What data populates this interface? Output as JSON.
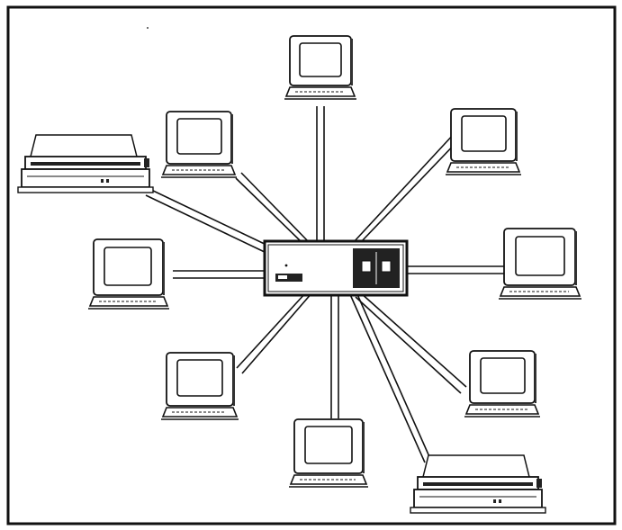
{
  "diagram": {
    "type": "star-network",
    "hub": {
      "kind": "central-controller",
      "ports": 2
    },
    "nodes": [
      {
        "kind": "terminal",
        "label": ""
      },
      {
        "kind": "terminal",
        "label": ""
      },
      {
        "kind": "terminal",
        "label": ""
      },
      {
        "kind": "terminal",
        "label": ""
      },
      {
        "kind": "terminal",
        "label": ""
      },
      {
        "kind": "terminal",
        "label": ""
      },
      {
        "kind": "terminal",
        "label": ""
      },
      {
        "kind": "terminal",
        "label": ""
      },
      {
        "kind": "printer",
        "label": ""
      },
      {
        "kind": "printer",
        "label": ""
      }
    ],
    "colors": {
      "ink": "#111111",
      "paper": "#ffffff",
      "shadow": "#333333"
    }
  }
}
